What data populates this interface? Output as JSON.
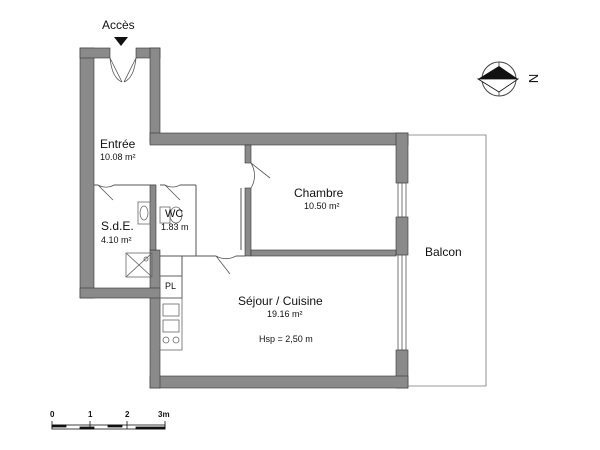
{
  "access_label": "Accès",
  "north_label": "N",
  "rooms": {
    "entree": {
      "name": "Entrée",
      "area": "10.08 m²"
    },
    "chambre": {
      "name": "Chambre",
      "area": "10.50 m²"
    },
    "sde": {
      "name": "S.d.E.",
      "area": "4.10 m²"
    },
    "wc": {
      "name": "WC",
      "area": "1.83 m"
    },
    "balcon": {
      "name": "Balcon"
    },
    "sejour": {
      "name": "Séjour / Cuisine",
      "area": "19.16 m²"
    }
  },
  "ceiling_height": "Hsp = 2,50 m",
  "closet_label": "PL",
  "scale": {
    "ticks": [
      "0",
      "1",
      "2",
      "3m"
    ]
  },
  "colors": {
    "wall": "#8a8a8a",
    "wall_edge": "#333333",
    "line": "#555555"
  }
}
